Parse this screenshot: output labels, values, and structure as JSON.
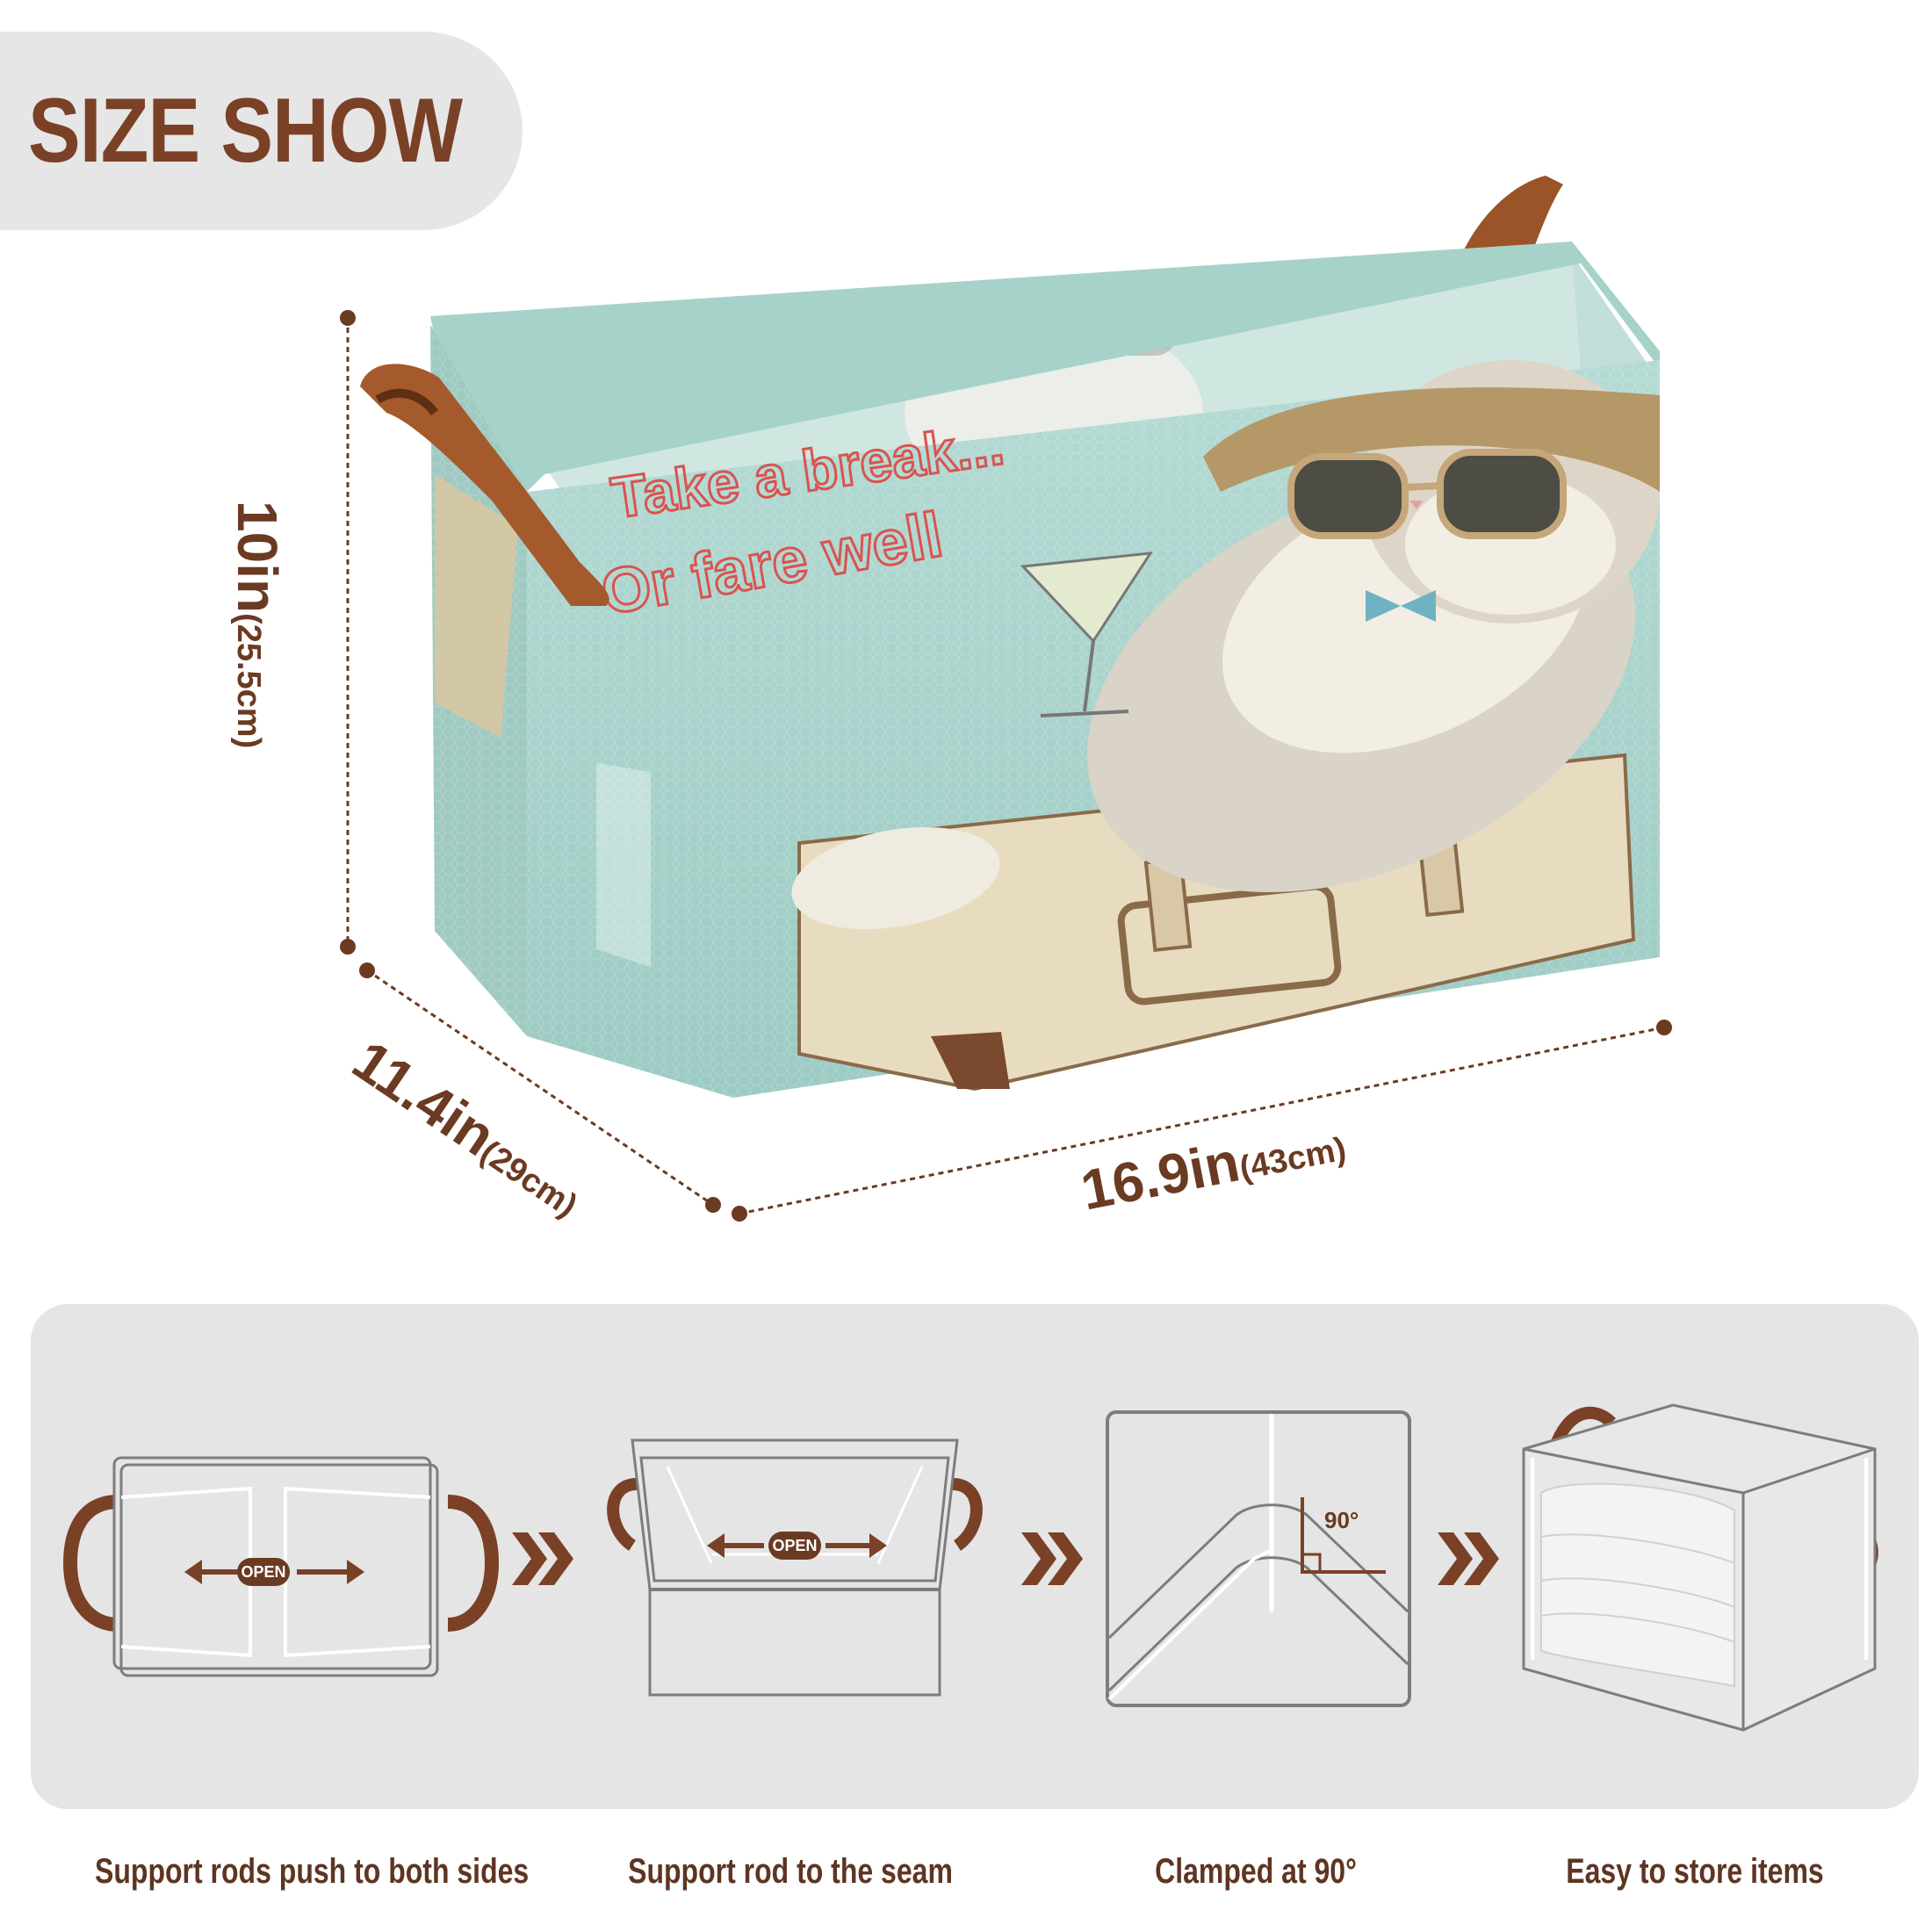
{
  "header": {
    "title": "SIZE SHOW"
  },
  "product": {
    "name": "storage basket",
    "print_text": [
      "Take a break...",
      "Or fare well"
    ],
    "colors": {
      "fabric": "#a9d3cc",
      "handle": "#a45a2c",
      "print_red": "#d9534f",
      "suitcase": "#e8dcc0"
    }
  },
  "dimensions": {
    "height": {
      "value": "10in",
      "metric": "(25.5cm)"
    },
    "depth": {
      "value": "11.4in",
      "metric": "(29cm)"
    },
    "width": {
      "value": "16.9in",
      "metric": "(43cm)"
    }
  },
  "steps": [
    {
      "caption": "Support rods push to both sides",
      "badge": "OPEN"
    },
    {
      "caption": "Support rod to the seam",
      "badge": "OPEN"
    },
    {
      "caption": "Clamped at 90°",
      "angle_label": "90°"
    },
    {
      "caption": "Easy to store items"
    }
  ],
  "colors": {
    "brand_brown": "#7a4127",
    "panel_bg": "#e5e5e5",
    "badge_bg": "#e6e6e6"
  }
}
